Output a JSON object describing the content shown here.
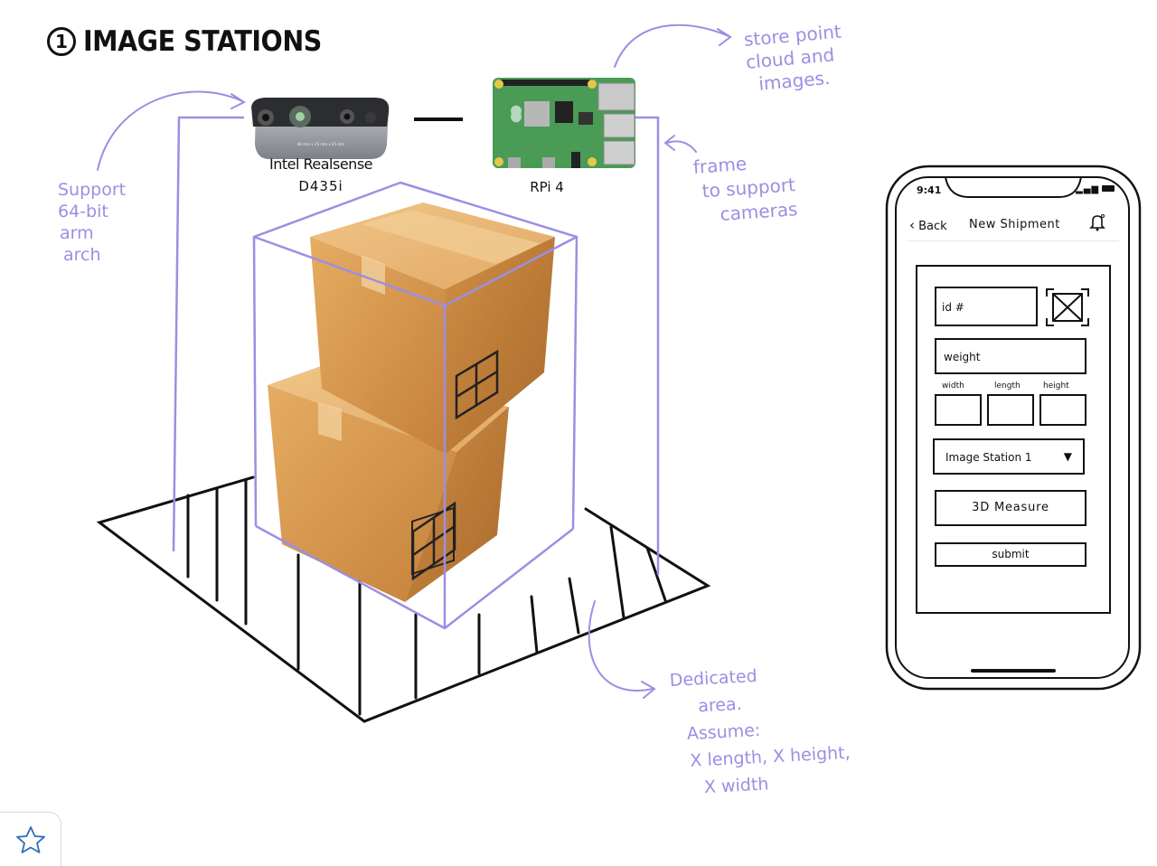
{
  "title": {
    "number": "1",
    "text": "IMAGE STATIONS"
  },
  "colors": {
    "annotation": "#9b8fe3",
    "ink": "#111111",
    "box": "#d99a50",
    "board": "#4a9b55"
  },
  "devices": {
    "camera": {
      "line1": "Intel Realsense",
      "line2": "D435i",
      "spec": "90 mm x 25 mm x 25 mm"
    },
    "pi": {
      "label": "RPi 4"
    }
  },
  "notes": {
    "store": [
      "store point",
      "cloud and",
      "images."
    ],
    "support": [
      "Support",
      "64-bit",
      "arm",
      "arch"
    ],
    "frame": [
      "frame",
      "to support",
      "cameras"
    ],
    "area": [
      "Dedicated",
      "area.",
      "Assume:",
      "X length, X height,",
      "X width"
    ]
  },
  "phone": {
    "time": "9:41",
    "back": "Back",
    "screen_title": "New Shipment",
    "id_placeholder": "id #",
    "weight_placeholder": "weight",
    "dim_labels": [
      "width",
      "length",
      "height"
    ],
    "station_select": "Image Station 1",
    "measure_button": "3D Measure",
    "submit_button": "submit"
  },
  "icons": {
    "bookmark": "star-icon"
  }
}
